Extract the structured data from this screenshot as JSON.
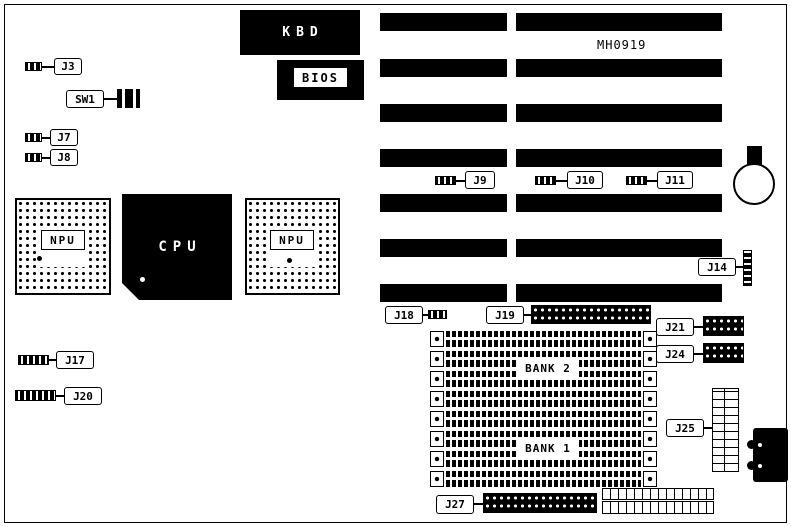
{
  "diagram": {
    "part_number": "MH0919",
    "chips": {
      "kbd": "KBD",
      "bios": "BIOS",
      "cpu": "CPU",
      "npu1": "NPU",
      "npu2": "NPU"
    },
    "memory": {
      "bank1": "BANK 1",
      "bank2": "BANK 2"
    },
    "callouts": {
      "j3": "J3",
      "sw1": "SW1",
      "j7": "J7",
      "j8": "J8",
      "j9": "J9",
      "j10": "J10",
      "j11": "J11",
      "j14": "J14",
      "j17": "J17",
      "j18": "J18",
      "j19": "J19",
      "j20": "J20",
      "j21": "J21",
      "j24": "J24",
      "j25": "J25",
      "j27": "J27"
    },
    "colors": {
      "ink": "#000000",
      "paper": "#ffffff"
    }
  }
}
